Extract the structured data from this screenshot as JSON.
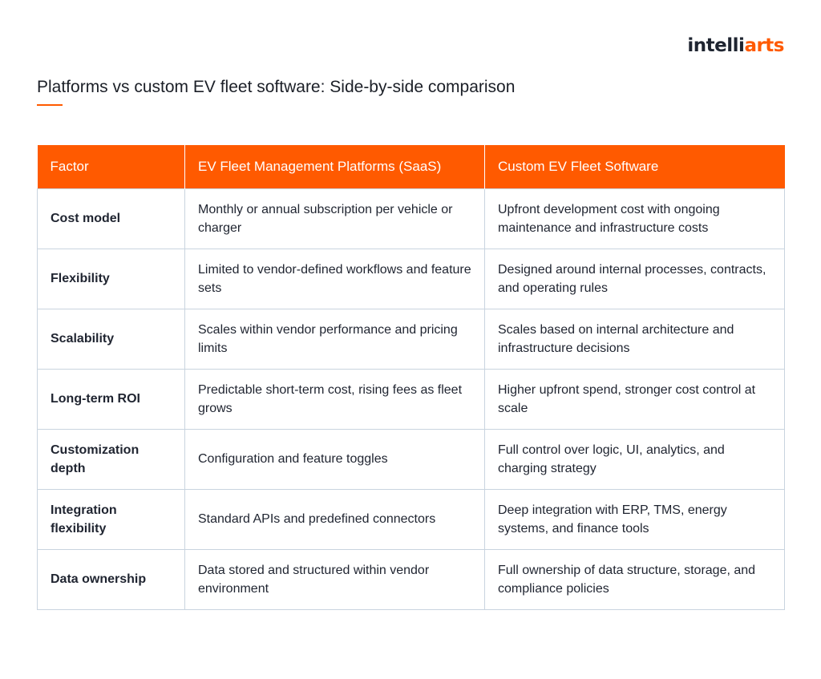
{
  "brand": {
    "logo_main": "intelli",
    "logo_accent": "arts"
  },
  "title": "Platforms vs custom EV fleet software: Side-by-side comparison",
  "table": {
    "headers": [
      "Factor",
      "EV Fleet Management Platforms (SaaS)",
      "Custom EV Fleet Software"
    ],
    "rows": [
      [
        "Cost model",
        "Monthly or annual subscription per vehicle or charger",
        "Upfront development cost with ongoing maintenance and infrastructure costs"
      ],
      [
        "Flexibility",
        "Limited to vendor-defined workflows and feature sets",
        "Designed around internal processes, contracts, and operating rules"
      ],
      [
        "Scalability",
        "Scales within vendor performance and pricing limits",
        "Scales based on internal architecture and infrastructure decisions"
      ],
      [
        "Long-term ROI",
        "Predictable short-term cost, rising fees as fleet grows",
        "Higher upfront spend, stronger cost control at scale"
      ],
      [
        "Customization depth",
        "Configuration and feature toggles",
        "Full control over logic, UI, analytics, and charging strategy"
      ],
      [
        "Integration flexibility",
        "Standard APIs and predefined connectors",
        "Deep integration with ERP, TMS, energy systems, and finance tools"
      ],
      [
        "Data ownership",
        "Data stored and structured within vendor environment",
        "Full ownership of data structure, storage, and compliance policies"
      ]
    ]
  },
  "colors": {
    "accent": "#ff5a00",
    "border": "#c9d4df",
    "text": "#1f2430"
  }
}
